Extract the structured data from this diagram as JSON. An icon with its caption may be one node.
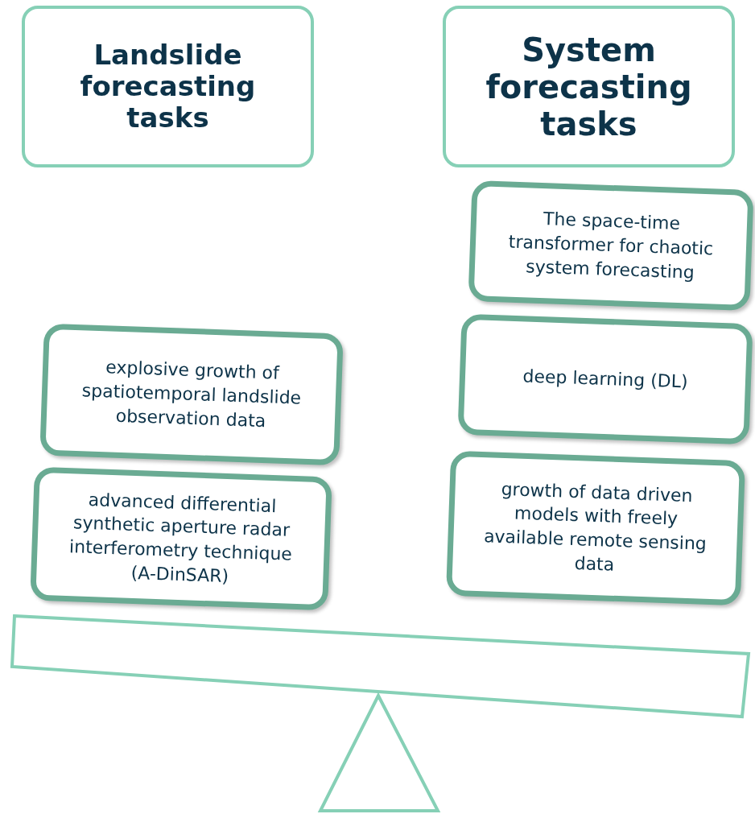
{
  "diagram": {
    "nodes": [
      {
        "text": [
          "Landslide forecasting tasks"
        ]
      },
      {
        "text": [
          "System forecasting tasks"
        ]
      },
      {
        "text": [
          "explosive growth of spatiotemporal landslide observation data"
        ]
      },
      {
        "text": [
          "advanced differential synthetic aperture radar interferometry technique (A-DinSAR)"
        ]
      },
      {
        "text": [
          "The space-time transformer for chaotic system forecasting"
        ]
      },
      {
        "text": [
          "deep learning (DL)"
        ]
      },
      {
        "text": [
          "growth of data driven models with freely available remote sensing data"
        ]
      }
    ]
  }
}
